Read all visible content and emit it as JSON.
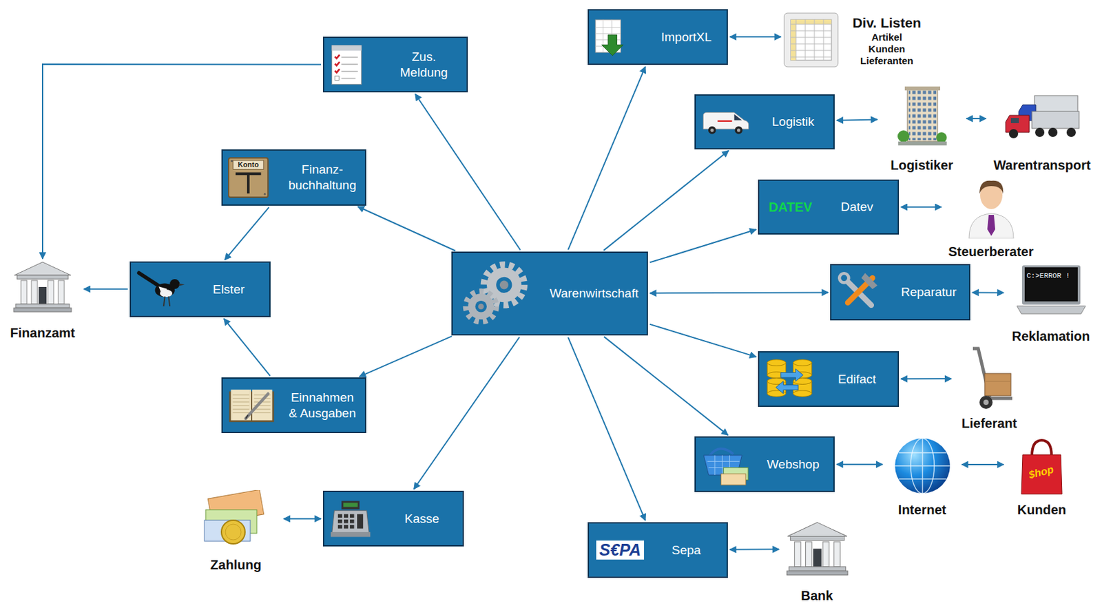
{
  "diagram": {
    "nodes": [
      {
        "text": [
          "ImportXL"
        ]
      },
      {
        "text": [
          "Div. Listen",
          "Artikel Kunden Lieferanten"
        ]
      },
      {
        "text": [
          "Zus. Meldung"
        ]
      },
      {
        "text": [
          "Logistik"
        ]
      },
      {
        "text": [
          "Logistiker"
        ]
      },
      {
        "text": [
          "Warentransport"
        ]
      },
      {
        "text": [
          "Finanz- buchhaltung"
        ]
      },
      {
        "text": [
          "DATEV",
          "Datev"
        ]
      },
      {
        "text": [
          "Steuerberater"
        ]
      },
      {
        "text": [
          "Elster"
        ]
      },
      {
        "text": [
          "Finanzamt"
        ]
      },
      {
        "text": [
          "Warenwirtschaft"
        ]
      },
      {
        "text": [
          "Reparatur"
        ]
      },
      {
        "text": [
          "Reklamation"
        ]
      },
      {
        "text": [
          "Edifact"
        ]
      },
      {
        "text": [
          "Lieferant"
        ]
      },
      {
        "text": [
          "Einnahmen & Ausgaben"
        ]
      },
      {
        "text": [
          "Webshop"
        ]
      },
      {
        "text": [
          "Internet"
        ]
      },
      {
        "text": [
          "Kunden"
        ]
      },
      {
        "text": [
          "Kasse"
        ]
      },
      {
        "text": [
          "Zahlung"
        ]
      },
      {
        "text": [
          "S€PA",
          "Sepa"
        ]
      },
      {
        "text": [
          "Bank"
        ]
      }
    ],
    "edges": [
      {
        "from": 11,
        "to": 2,
        "arrow": "to"
      },
      {
        "from": 11,
        "to": 6,
        "arrow": "to"
      },
      {
        "from": 11,
        "to": 16,
        "arrow": "to"
      },
      {
        "from": 11,
        "to": 20,
        "arrow": "to"
      },
      {
        "from": 11,
        "to": 0,
        "arrow": "to"
      },
      {
        "from": 11,
        "to": 3,
        "arrow": "to"
      },
      {
        "from": 11,
        "to": 7,
        "arrow": "to"
      },
      {
        "from": 11,
        "to": 12,
        "arrow": "both"
      },
      {
        "from": 11,
        "to": 14,
        "arrow": "to"
      },
      {
        "from": 11,
        "to": 17,
        "arrow": "to"
      },
      {
        "from": 11,
        "to": 22,
        "arrow": "to"
      },
      {
        "from": 6,
        "to": 9,
        "arrow": "to"
      },
      {
        "from": 16,
        "to": 9,
        "arrow": "to"
      },
      {
        "from": 9,
        "to": 10,
        "arrow": "to"
      },
      {
        "from": 2,
        "to": 10,
        "arrow": "to"
      },
      {
        "from": 20,
        "to": 21,
        "arrow": "both"
      },
      {
        "from": 0,
        "to": 1,
        "arrow": "both"
      },
      {
        "from": 3,
        "to": 4,
        "arrow": "both"
      },
      {
        "from": 4,
        "to": 5,
        "arrow": "both"
      },
      {
        "from": 7,
        "to": 8,
        "arrow": "both"
      },
      {
        "from": 12,
        "to": 13,
        "arrow": "both"
      },
      {
        "from": 14,
        "to": 15,
        "arrow": "both"
      },
      {
        "from": 17,
        "to": 18,
        "arrow": "both"
      },
      {
        "from": 18,
        "to": 19,
        "arrow": "both"
      },
      {
        "from": 22,
        "to": 23,
        "arrow": "both"
      }
    ],
    "labels": [
      "Konto",
      "C:>ERROR !",
      "$hop"
    ]
  }
}
